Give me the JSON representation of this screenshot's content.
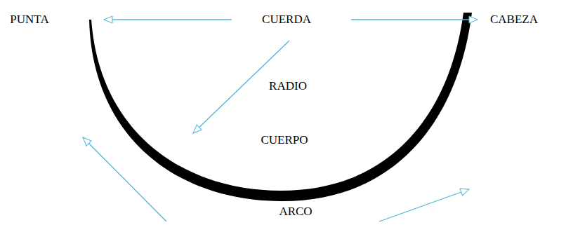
{
  "diagram": {
    "labels": [
      "PUNTA",
      "CUERDA",
      "CABEZA",
      "RADIO",
      "CUERPO",
      "ARCO"
    ]
  }
}
